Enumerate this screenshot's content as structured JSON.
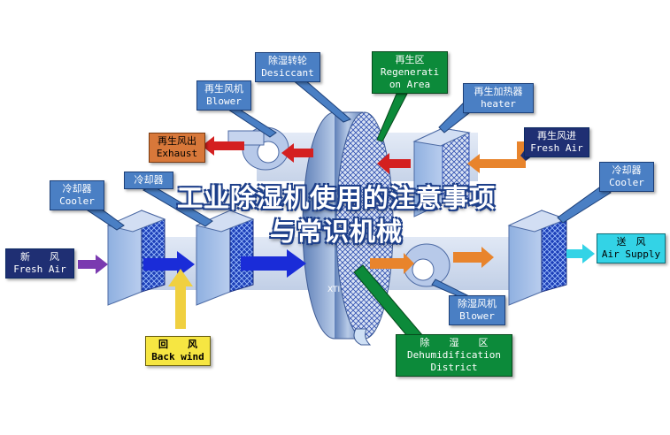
{
  "labels": {
    "desiccant": {
      "zh": "除湿转轮",
      "en": "Desiccant"
    },
    "regeneration_area": {
      "zh": "再生区",
      "en1": "Regenerati",
      "en2": "on Area"
    },
    "regen_blower": {
      "zh": "再生风机",
      "en": "Blower"
    },
    "regen_heater": {
      "zh": "再生加热器",
      "en": "heater"
    },
    "exhaust": {
      "zh": "再生风出",
      "en": "Exhaust"
    },
    "regen_fresh_air": {
      "zh": "再生风进",
      "en": "Fresh Air"
    },
    "cooler_left": {
      "zh": "冷却器",
      "en": "Cooler"
    },
    "cooler_left2": {
      "zh": "冷却器"
    },
    "cooler_right": {
      "zh": "冷却器",
      "en": "Cooler"
    },
    "fresh_air": {
      "zh": "新　　风",
      "en": "Fresh Air"
    },
    "air_supply": {
      "zh": "送　风",
      "en": "Air Supply"
    },
    "dehum_blower": {
      "zh": "除湿风机",
      "en": "Blower"
    },
    "back_wind": {
      "zh": "回　　风",
      "en": "Back wind"
    },
    "dehum_district": {
      "zh": "除　　湿　　区",
      "en1": "Dehumidification",
      "en2": "District"
    }
  },
  "overlay": {
    "line1": "工业除湿机使用的注意事项",
    "line2": "与常识机械"
  },
  "watermark": "XTI",
  "colors": {
    "label_blue": "#4a7fc4",
    "label_navy": "#1f2f73",
    "label_orange": "#d8783a",
    "label_yellow": "#f6e642",
    "label_cyan": "#33d3e6",
    "label_green": "#0c8a3a",
    "arrow_red": "#d42020",
    "arrow_orange": "#e8842c",
    "arrow_blue": "#1a2cd8",
    "arrow_purple": "#7a3ab0",
    "arrow_yellow": "#f0d040"
  }
}
